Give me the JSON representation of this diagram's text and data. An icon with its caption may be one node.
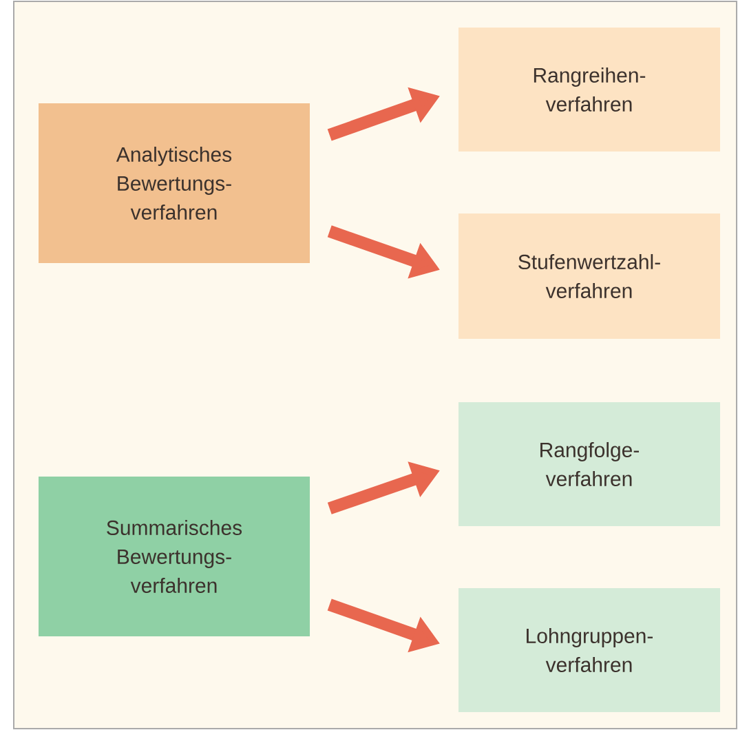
{
  "diagram": {
    "nodes": [
      {
        "text": [
          "Analytisches Bewertungs- verfahren"
        ]
      },
      {
        "text": [
          "Rangreihen- verfahren"
        ]
      },
      {
        "text": [
          "Stufenwertzahl- verfahren"
        ]
      },
      {
        "text": [
          "Summarisches Bewertungs- verfahren"
        ]
      },
      {
        "text": [
          "Rangfolge- verfahren"
        ]
      },
      {
        "text": [
          "Lohngruppen- verfahren"
        ]
      }
    ],
    "edges": [
      {
        "from": 0,
        "to": 1,
        "arrow": "to"
      },
      {
        "from": 0,
        "to": 2,
        "arrow": "to"
      },
      {
        "from": 3,
        "to": 4,
        "arrow": "to"
      },
      {
        "from": 3,
        "to": 5,
        "arrow": "to"
      }
    ]
  }
}
